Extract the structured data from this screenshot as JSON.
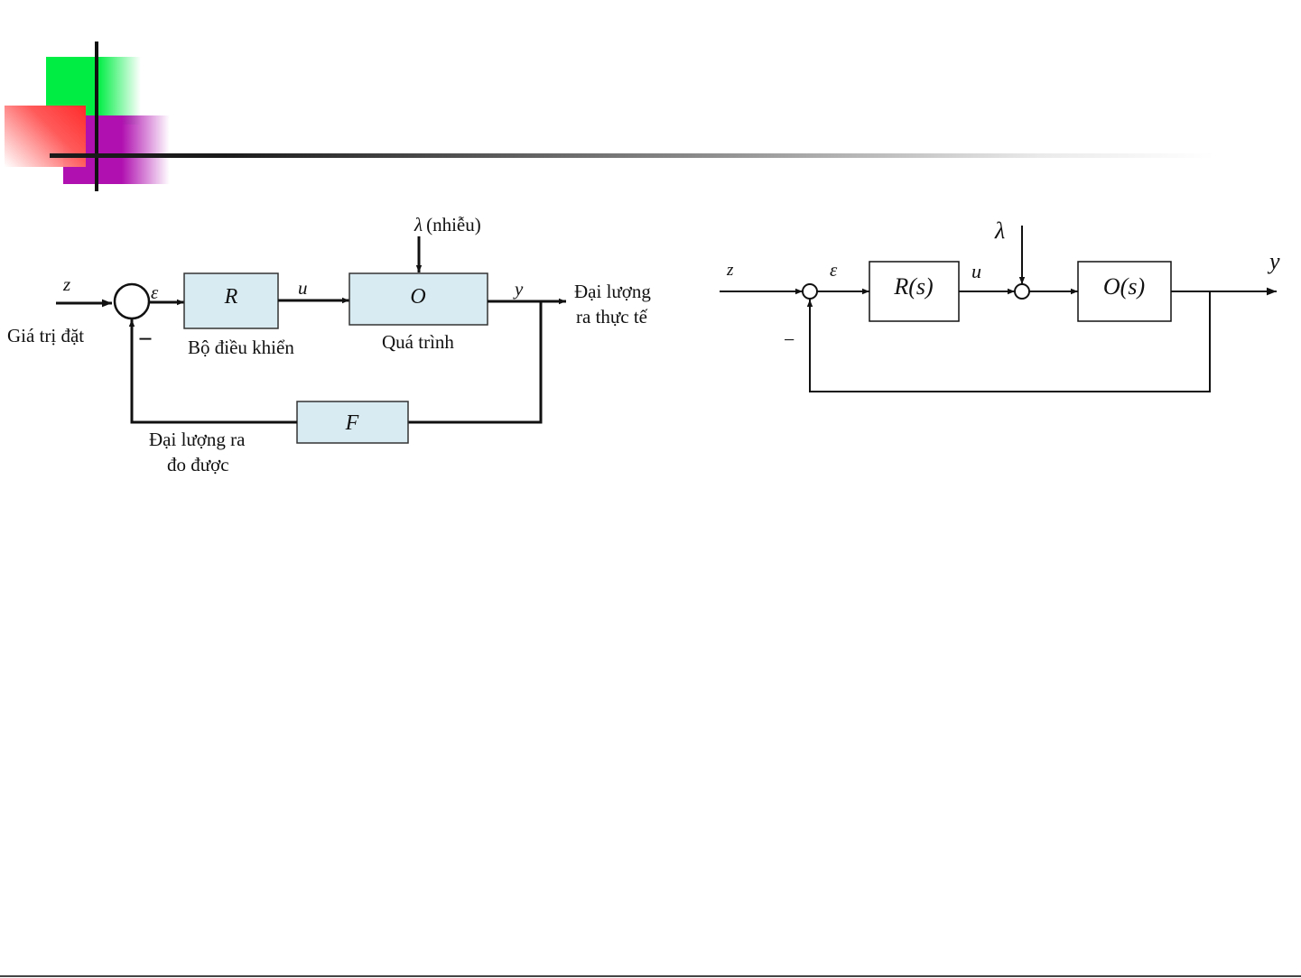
{
  "diagram1": {
    "input_signal": "z",
    "setpoint_label": "Giá trị đặt",
    "error_signal": "ε",
    "minus_sign": "−",
    "controller_block": "R",
    "controller_label": "Bộ điều khiển",
    "control_signal": "u",
    "disturbance_symbol": "λ",
    "disturbance_label": "(nhiễu)",
    "process_block": "O",
    "process_label": "Quá trình",
    "output_signal": "y",
    "actual_output_label_line1": "Đại lượng",
    "actual_output_label_line2": "ra thực tế",
    "feedback_block": "F",
    "measured_output_label_line1": "Đại lượng ra",
    "measured_output_label_line2": "đo được",
    "block_fill": "#d8ebf2"
  },
  "diagram2": {
    "input_signal": "z",
    "error_signal": "ε",
    "minus_sign": "−",
    "controller_block": "R(s)",
    "control_signal": "u",
    "disturbance_symbol": "λ",
    "process_block": "O(s)",
    "output_signal": "y"
  },
  "decoration": {
    "green": "#00ee44",
    "magenta": "#b010b0",
    "red": "#ff2b2b"
  }
}
